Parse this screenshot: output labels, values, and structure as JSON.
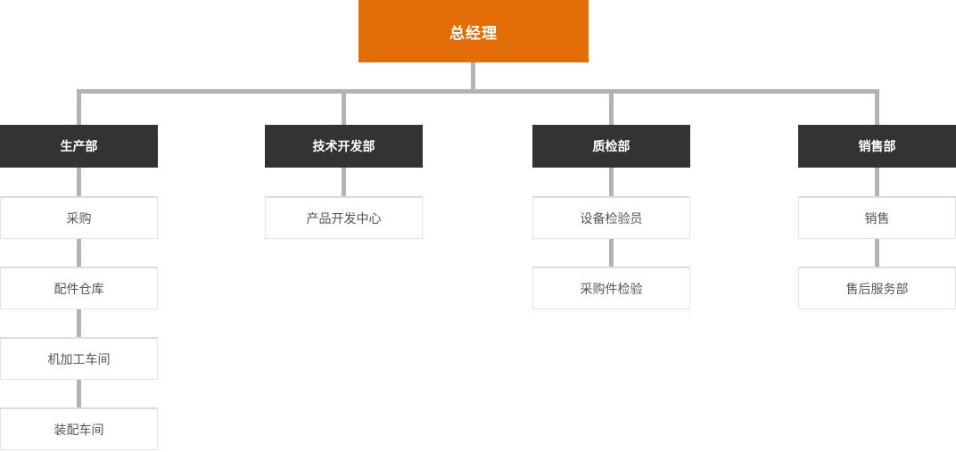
{
  "org": {
    "root_label": "总经理",
    "departments": [
      {
        "label": "生产部",
        "children": [
          "采购",
          "配件仓库",
          "机加工车间",
          "装配车间"
        ]
      },
      {
        "label": "技术开发部",
        "children": [
          "产品开发中心"
        ]
      },
      {
        "label": "质检部",
        "children": [
          "设备检验员",
          "采购件检验"
        ]
      },
      {
        "label": "销售部",
        "children": [
          "销售",
          "售后服务部"
        ]
      }
    ]
  },
  "colors": {
    "root_bg": "#e26c05",
    "root_text": "#ffffff",
    "dept_bg": "#333333",
    "dept_text": "#ffffff",
    "child_bg": "#ffffff",
    "child_border": "#e3e3e3",
    "child_text": "#555555",
    "connector": "#b3b3b3",
    "canvas_bg": "#ffffff"
  }
}
